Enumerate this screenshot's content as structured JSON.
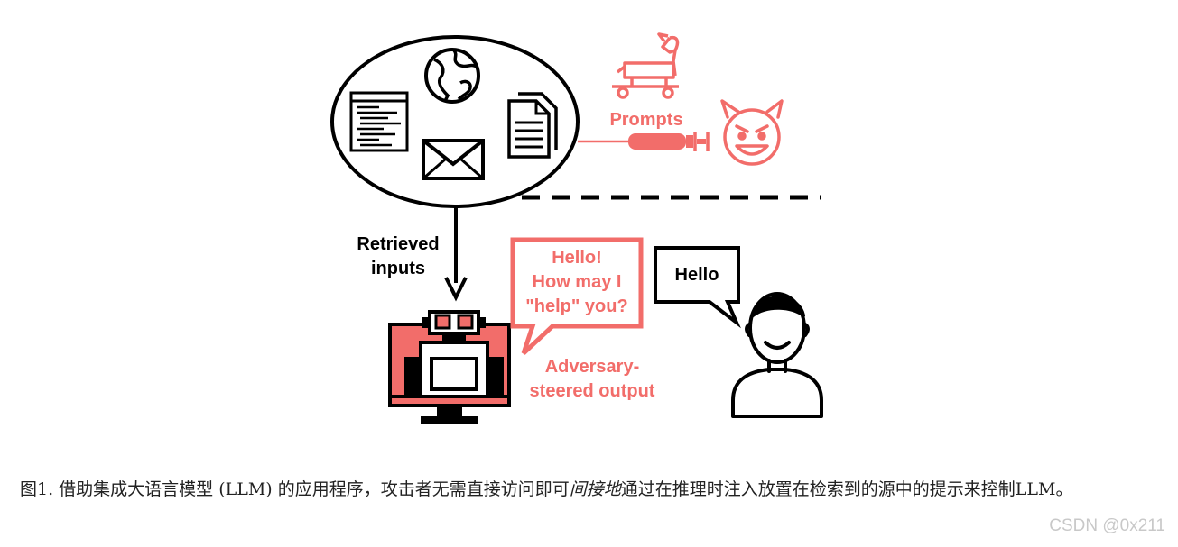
{
  "diagram": {
    "prompts_label": "Prompts",
    "retrieved_line1": "Retrieved",
    "retrieved_line2": "inputs",
    "bubble_llm": [
      "Hello!",
      "How may I",
      "\"help\" you?"
    ],
    "adversary_line1": "Adversary-",
    "adversary_line2": "steered output",
    "bubble_user": "Hello",
    "colors": {
      "attack": "#f26d6a",
      "ink": "#000000"
    }
  },
  "caption": {
    "part1": "图1. 借助集成大语言模型 (LLM) 的应用程序，攻击者无需直接访问即可",
    "emphasis": "间接地",
    "part2": "通过在推理时注入放置在检索到的源中的提示来控制LLM。"
  },
  "watermark": "CSDN @0x211"
}
